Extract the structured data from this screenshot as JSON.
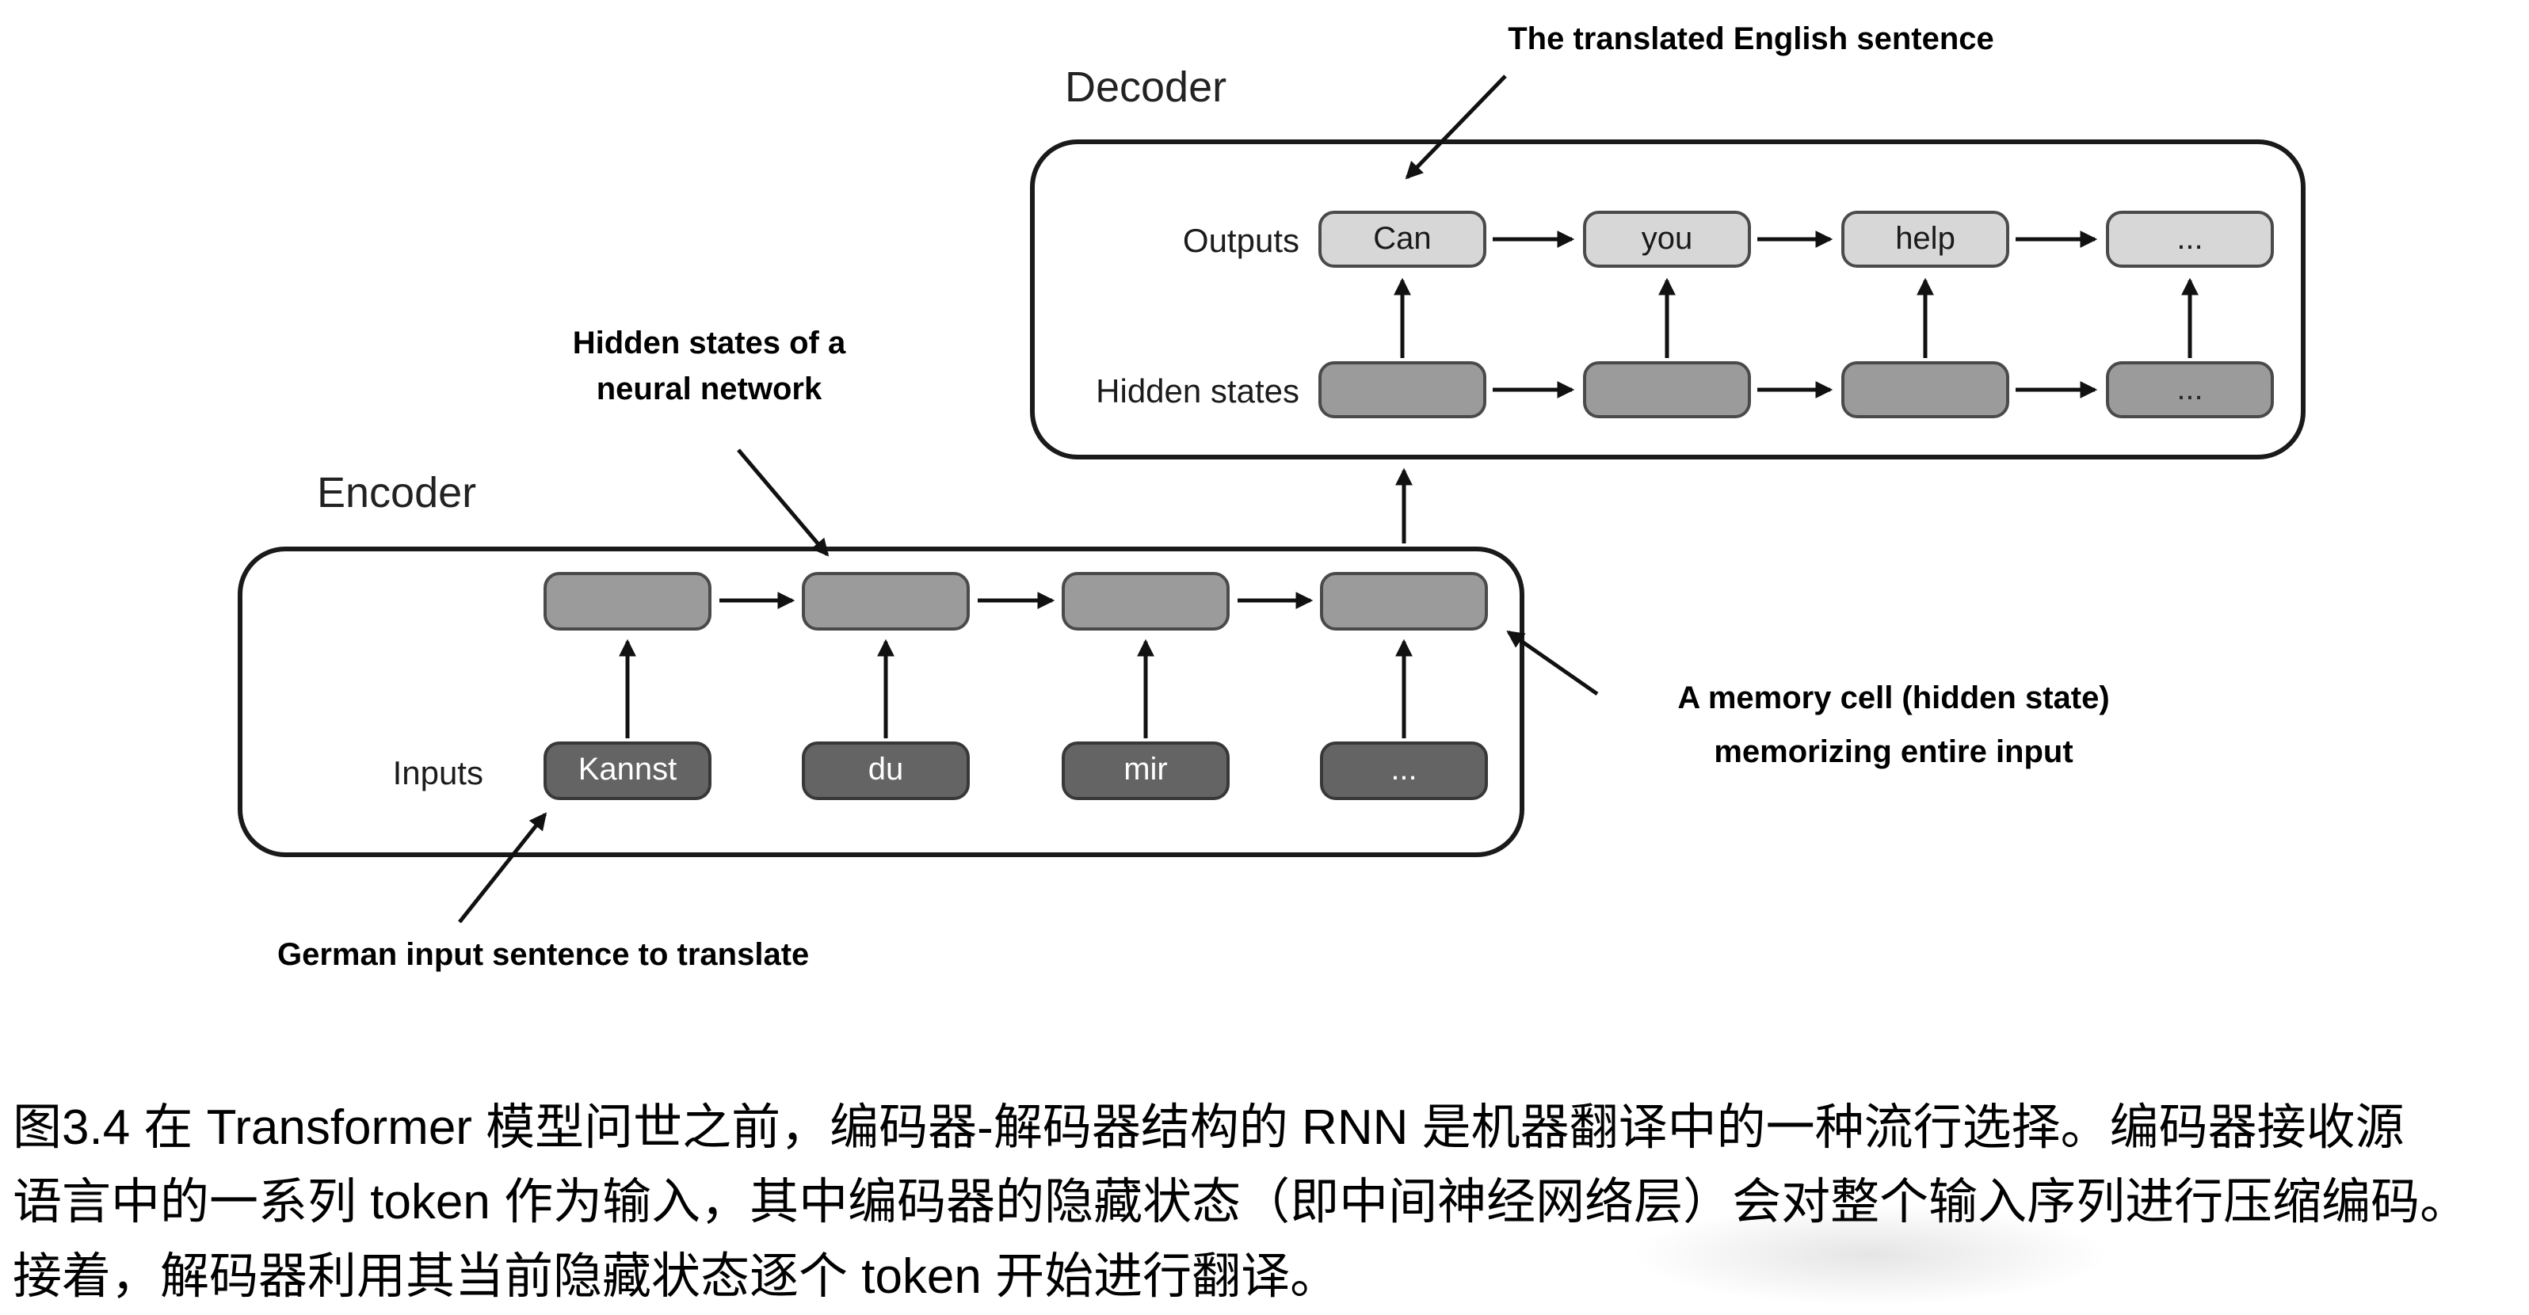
{
  "figure": {
    "kind": "encoder-decoder RNN translation diagram"
  },
  "decoder": {
    "title": "Decoder",
    "outputs_label": "Outputs",
    "hidden_label": "Hidden states",
    "output_tokens": [
      "Can",
      "you",
      "help",
      "..."
    ],
    "hidden_tokens": [
      "",
      "",
      "",
      "..."
    ]
  },
  "encoder": {
    "title": "Encoder",
    "inputs_label": "Inputs",
    "input_tokens": [
      "Kannst",
      "du",
      "mir",
      "..."
    ],
    "hidden_tokens": [
      "",
      "",
      "",
      ""
    ]
  },
  "annotations": {
    "translated": "The translated English sentence",
    "hidden_states_line1": "Hidden states of a",
    "hidden_states_line2": "neural network",
    "memory_line1": "A memory cell (hidden state)",
    "memory_line2": "memorizing entire input",
    "german": "German input sentence to translate"
  },
  "caption": {
    "line1": "图3.4 在 Transformer 模型问世之前，编码器-解码器结构的 RNN 是机器翻译中的一种流行选择。编码器接收源",
    "line2": "语言中的一系列 token 作为输入，其中编码器的隐藏状态（即中间神经网络层）会对整个输入序列进行压缩编码。",
    "line3": "接着，解码器利用其当前隐藏状态逐个 token 开始进行翻译。"
  },
  "colors": {
    "output_box_fill": "#d7d7d7",
    "hidden_box_fill": "#9b9b9b",
    "input_box_fill": "#646464",
    "box_border": "#4a4a4a",
    "outline_border": "#1a1a1a",
    "arrow": "#111111",
    "text": "#000000"
  }
}
